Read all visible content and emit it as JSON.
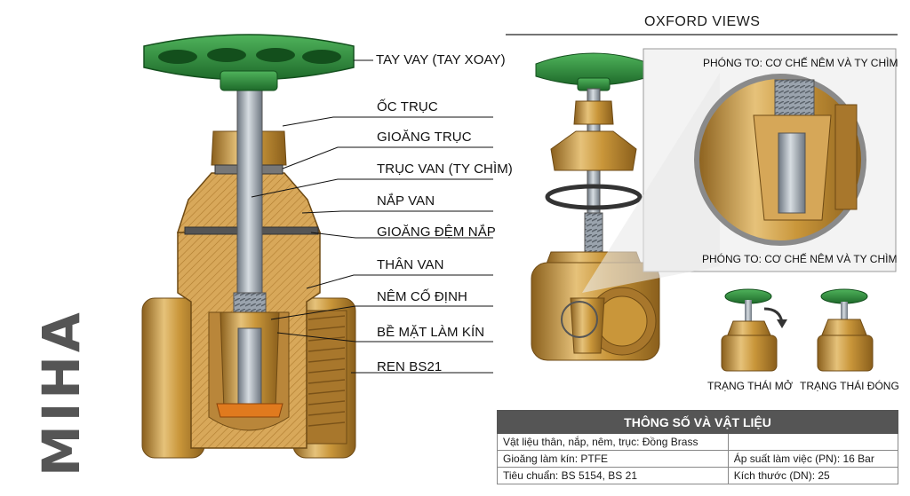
{
  "brand": "MIHA",
  "main_labels": [
    "TAY VAY (TAY XOAY)",
    "ỐC TRỤC",
    "GIOĂNG TRỤC",
    "TRỤC VAN (TY CHÌM)",
    "NẮP VAN",
    "GIOĂNG ĐỆM NẮP",
    "THÂN VAN",
    "NÊM CỐ ĐỊNH",
    "BỀ MẶT LÀM KÍN",
    "REN BS21"
  ],
  "oxford_title": "OXFORD VIEWS",
  "zoom_label_top": "PHÓNG TO: CƠ CHẾ NÊM VÀ TY CHÌM",
  "zoom_label_bottom": "PHÓNG TO: CƠ CHẾ NÊM VÀ TY CHÌM",
  "state_open": "TRẠNG THÁI MỞ",
  "state_closed": "TRẠNG THÁI ĐÓNG",
  "specs": {
    "title": "THÔNG SỐ VÀ VẬT LIỆU",
    "rows": [
      [
        "Vật liệu thân, nắp, nêm, trục: Đồng Brass",
        ""
      ],
      [
        "Gioăng làm kín: PTFE",
        "Áp suất làm việc (PN): 16 Bar"
      ],
      [
        "Tiêu chuẩn: BS 5154, BS 21",
        "Kích thước (DN): 25"
      ]
    ]
  },
  "colors": {
    "brass": "#c9963a",
    "brass_light": "#e6c27a",
    "brass_dark": "#8a5f1c",
    "handwheel": "#2e8b3e",
    "stem": "#9aa3ad",
    "gasket": "#e07a1e"
  }
}
